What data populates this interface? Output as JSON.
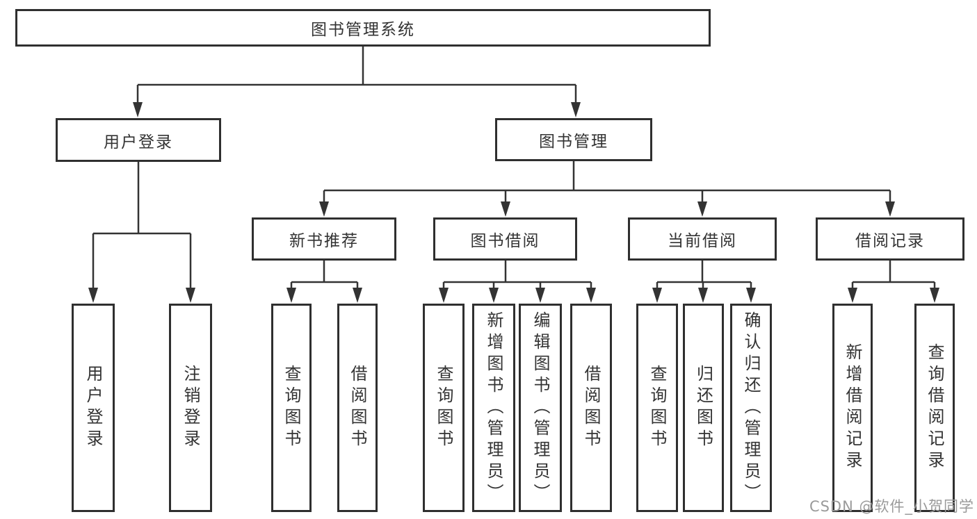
{
  "tree": {
    "label": "图书管理系统",
    "children": [
      {
        "label": "用户登录",
        "children": [
          {
            "label": "用户登录"
          },
          {
            "label": "注销登录"
          }
        ]
      },
      {
        "label": "图书管理",
        "children": [
          {
            "label": "新书推荐",
            "children": [
              {
                "label": "查询图书"
              },
              {
                "label": "借阅图书"
              }
            ]
          },
          {
            "label": "图书借阅",
            "children": [
              {
                "label": "查询图书"
              },
              {
                "label": "新增图书（管理员）"
              },
              {
                "label": "编辑图书（管理员）"
              },
              {
                "label": "借阅图书"
              }
            ]
          },
          {
            "label": "当前借阅",
            "children": [
              {
                "label": "查询图书"
              },
              {
                "label": "归还图书"
              },
              {
                "label": "确认归还（管理员）"
              }
            ]
          },
          {
            "label": "借阅记录",
            "children": [
              {
                "label": "新增借阅记录"
              },
              {
                "label": "查询借阅记录"
              }
            ]
          }
        ]
      }
    ]
  },
  "watermark": {
    "text": "CSDN @软件_小贺同学",
    "color": "#9a9a9a"
  },
  "colors": {
    "line": "#333333",
    "box_border": "#2f2f2f",
    "box_fill": "#ffffff",
    "text": "#333333"
  }
}
